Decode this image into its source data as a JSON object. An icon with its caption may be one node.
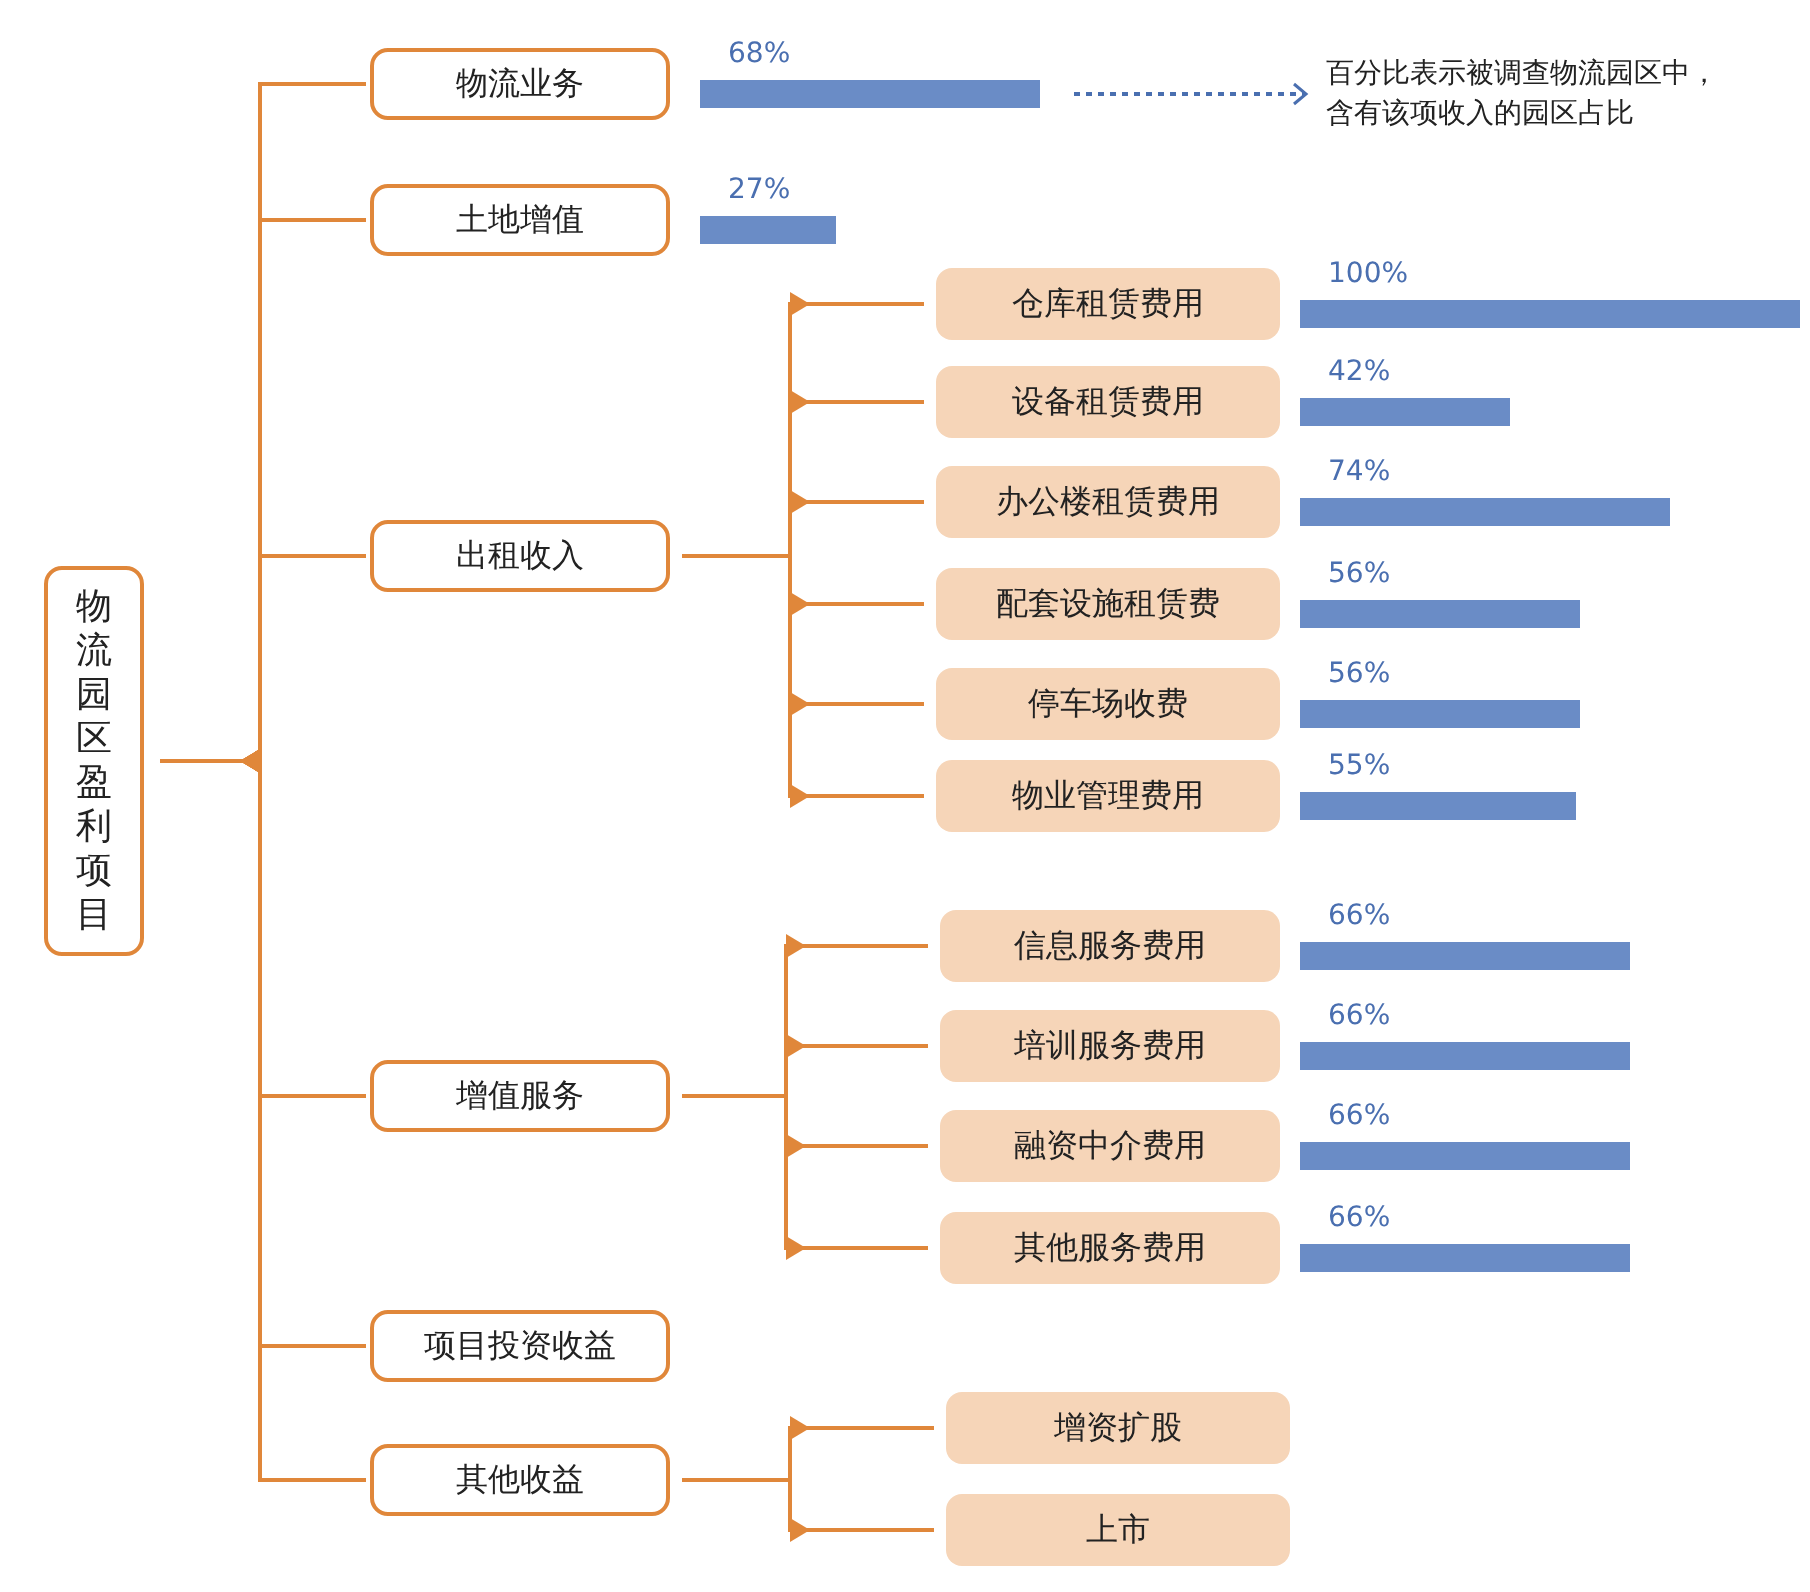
{
  "diagram": {
    "nodes": [
      {
        "text": [
          "物流园区盈利项目"
        ]
      },
      {
        "text": [
          "物流业务"
        ]
      },
      {
        "text": [
          "土地增值"
        ]
      },
      {
        "text": [
          "出租收入"
        ]
      },
      {
        "text": [
          "仓库租赁费用"
        ]
      },
      {
        "text": [
          "设备租赁费用"
        ]
      },
      {
        "text": [
          "办公楼租赁费用"
        ]
      },
      {
        "text": [
          "配套设施租赁费"
        ]
      },
      {
        "text": [
          "停车场收费"
        ]
      },
      {
        "text": [
          "物业管理费用"
        ]
      },
      {
        "text": [
          "增值服务"
        ]
      },
      {
        "text": [
          "信息服务费用"
        ]
      },
      {
        "text": [
          "培训服务费用"
        ]
      },
      {
        "text": [
          "融资中介费用"
        ]
      },
      {
        "text": [
          "其他服务费用"
        ]
      },
      {
        "text": [
          "项目投资收益"
        ]
      },
      {
        "text": [
          "其他收益"
        ]
      },
      {
        "text": [
          "增资扩股"
        ]
      },
      {
        "text": [
          "上市"
        ]
      },
      {
        "text": [
          "百分比表示被调查物流园区中，含有该项收入的园区占比"
        ]
      },
      {
        "text": [],
        "shape": "bar",
        "beside": [
          "68%"
        ]
      },
      {
        "text": [],
        "shape": "bar",
        "beside": [
          "27%"
        ]
      },
      {
        "text": [],
        "shape": "bar",
        "beside": [
          "100%"
        ]
      },
      {
        "text": [],
        "shape": "bar",
        "beside": [
          "42%"
        ]
      },
      {
        "text": [],
        "shape": "bar",
        "beside": [
          "74%"
        ]
      },
      {
        "text": [],
        "shape": "bar",
        "beside": [
          "56%"
        ]
      },
      {
        "text": [],
        "shape": "bar",
        "beside": [
          "56%"
        ]
      },
      {
        "text": [],
        "shape": "bar",
        "beside": [
          "55%"
        ]
      },
      {
        "text": [],
        "shape": "bar",
        "beside": [
          "66%"
        ]
      },
      {
        "text": [],
        "shape": "bar",
        "beside": [
          "66%"
        ]
      },
      {
        "text": [],
        "shape": "bar",
        "beside": [
          "66%"
        ]
      },
      {
        "text": [],
        "shape": "bar",
        "beside": [
          "66%"
        ]
      }
    ],
    "edges": [
      {
        "from": 1,
        "to": 0,
        "arrow": "to"
      },
      {
        "from": 2,
        "to": 0,
        "arrow": "to"
      },
      {
        "from": 3,
        "to": 0,
        "arrow": "to"
      },
      {
        "from": 10,
        "to": 0,
        "arrow": "to"
      },
      {
        "from": 15,
        "to": 0,
        "arrow": "to"
      },
      {
        "from": 16,
        "to": 0,
        "arrow": "to"
      },
      {
        "from": 3,
        "to": 4,
        "arrow": "to"
      },
      {
        "from": 3,
        "to": 5,
        "arrow": "to"
      },
      {
        "from": 3,
        "to": 6,
        "arrow": "to"
      },
      {
        "from": 3,
        "to": 7,
        "arrow": "to"
      },
      {
        "from": 3,
        "to": 8,
        "arrow": "to"
      },
      {
        "from": 3,
        "to": 9,
        "arrow": "to"
      },
      {
        "from": 10,
        "to": 11,
        "arrow": "to"
      },
      {
        "from": 10,
        "to": 12,
        "arrow": "to"
      },
      {
        "from": 10,
        "to": 13,
        "arrow": "to"
      },
      {
        "from": 10,
        "to": 14,
        "arrow": "to"
      },
      {
        "from": 16,
        "to": 17,
        "arrow": "to"
      },
      {
        "from": 16,
        "to": 18,
        "arrow": "to"
      },
      {
        "from": 20,
        "to": 19,
        "arrow": "to",
        "style": "dashed",
        "color": "#4a6fb0"
      }
    ]
  }
}
